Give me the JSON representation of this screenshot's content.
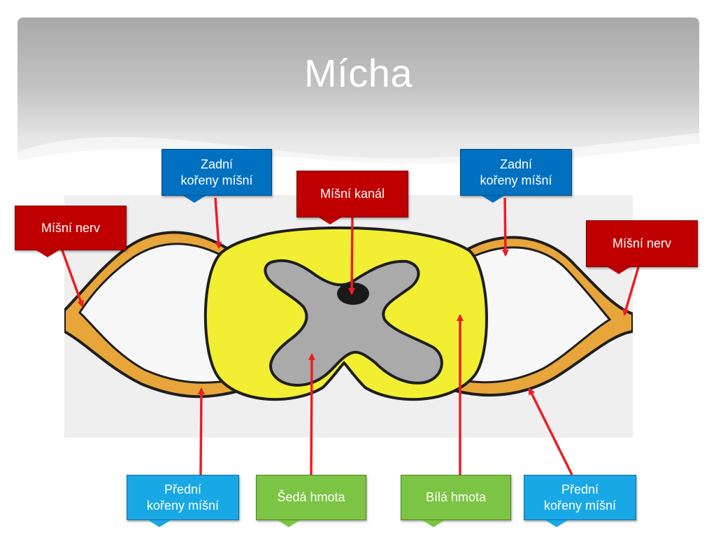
{
  "slide": {
    "title": "Mícha"
  },
  "labels": {
    "zadni_left": "Zadní\nkořeny míšní",
    "zadni_right": "Zadní\nkořeny míšní",
    "misni_kanal": "Míšní kanál",
    "misni_nerv_left": "Míšní nerv",
    "misni_nerv_right": "Míšní nerv",
    "predni_left": "Přední\nkořeny míšní",
    "predni_right": "Přední\nkořeny míšní",
    "seda_hmota": "Šedá hmota",
    "bila_hmota": "Bílá hmota"
  },
  "colors": {
    "callout_red": "#c00000",
    "callout_dark_blue": "#0070c0",
    "callout_light_blue": "#19a8e6",
    "callout_green": "#7cc443",
    "arrow": "#ee1c24",
    "white_matter": "#f2ef33",
    "grey_matter": "#aaaaaa",
    "nerve": "#e8a63a"
  }
}
